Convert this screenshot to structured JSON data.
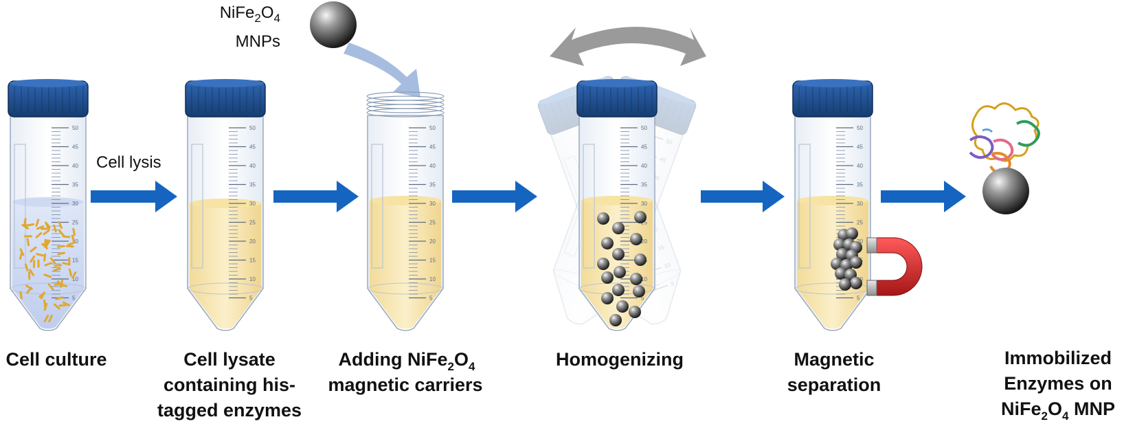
{
  "top_label": {
    "line1": {
      "main": "NiFe",
      "sub1": "2",
      "mid": "O",
      "sub2": "4"
    },
    "line2": "MNPs"
  },
  "arrow_label": "Cell lysis",
  "steps": [
    {
      "lines": [
        "Cell culture"
      ]
    },
    {
      "lines": [
        "Cell lysate",
        "containing his-",
        "tagged enzymes"
      ]
    },
    {
      "line1": {
        "main": "Adding NiFe",
        "sub1": "2",
        "mid": "O",
        "sub2": "4"
      },
      "line2": "magnetic carriers"
    },
    {
      "lines": [
        "Homogenizing"
      ]
    },
    {
      "lines": [
        "Magnetic",
        "separation"
      ]
    },
    {
      "line1": "Immobilized",
      "line2": "Enzymes on",
      "line3": {
        "main": "NiFe",
        "sub1": "2",
        "mid": "O",
        "sub2": "4",
        "tail": " MNP"
      }
    }
  ],
  "tube_scale": [
    "50",
    "45",
    "40",
    "35",
    "30",
    "25",
    "20",
    "15",
    "10",
    "5"
  ],
  "colors": {
    "cap": "#1f4e8c",
    "arrow": "#1565c0",
    "liquid": "#f5dc96",
    "bacteria": "#e0a830",
    "sphere": "#3a3a3a",
    "magnet_red": "#d32f2f",
    "curved_arrow": "#9a9a9a",
    "add_arrow": "#a7bde0"
  },
  "icons": [
    "tube-icon",
    "magnet-icon",
    "nanoparticle-icon",
    "enzyme-icon",
    "rotate-arrow-icon"
  ]
}
